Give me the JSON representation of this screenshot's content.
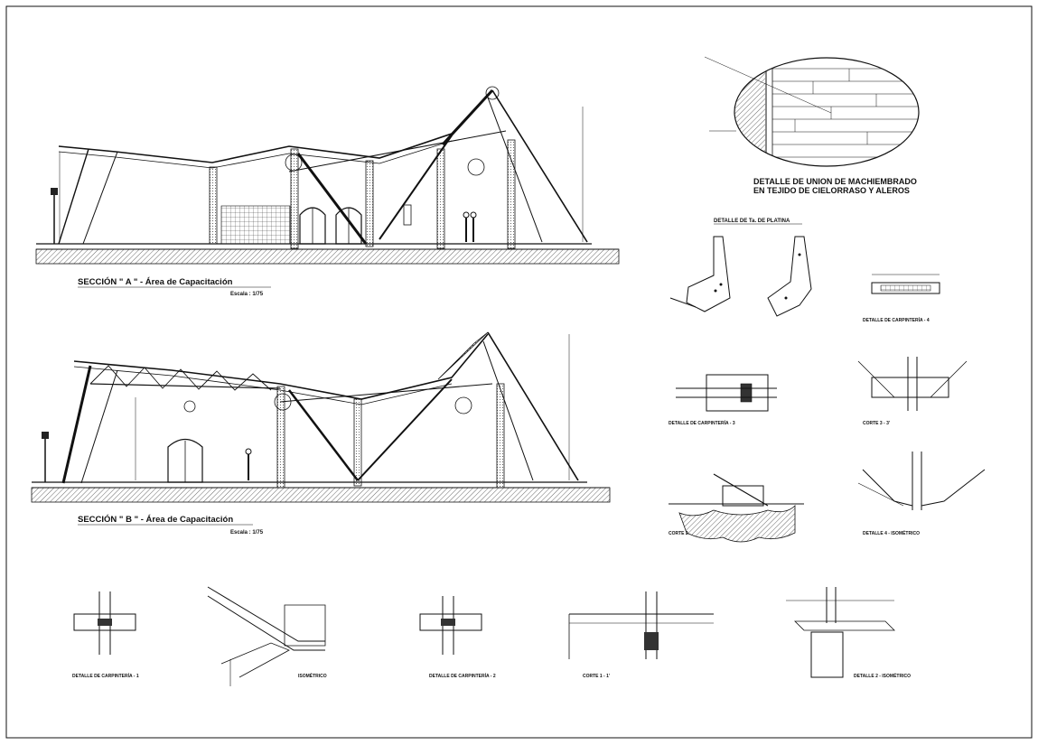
{
  "colors": {
    "ink": "#111111",
    "paper": "#ffffff",
    "hatch": "#555555"
  },
  "section_a": {
    "title": "SECCIÓN  \" A \" - Área de Capacitación",
    "scale": "Escala : 1/75"
  },
  "section_b": {
    "title": "SECCIÓN  \" B \" - Área de Capacitación",
    "scale": "Escala : 1/75"
  },
  "ceiling_detail": {
    "title_line1": "DETALLE DE UNION DE MACHIEMBRADO",
    "title_line2": "EN TEJIDO DE CIELORRASO Y ALEROS"
  },
  "platina_detail": {
    "title": "DETALLE DE Ta. DE PLATINA"
  },
  "details": {
    "carp4": "DETALLE DE CARPINTERÍA - 4",
    "carp3": "DETALLE DE CARPINTERÍA - 3",
    "corte3": "CORTE 3 - 3'",
    "corte2": "CORTE 2",
    "isometrico4": "DETALLE 4 - ISOMÉTRICO",
    "carp1": "DETALLE DE CARPINTERÍA - 1",
    "isometrico": "ISOMÉTRICO",
    "carp2": "DETALLE DE CARPINTERÍA - 2",
    "corte1": "CORTE 1 - 1'",
    "isometrico2": "DETALLE 2 - ISOMÉTRICO"
  }
}
